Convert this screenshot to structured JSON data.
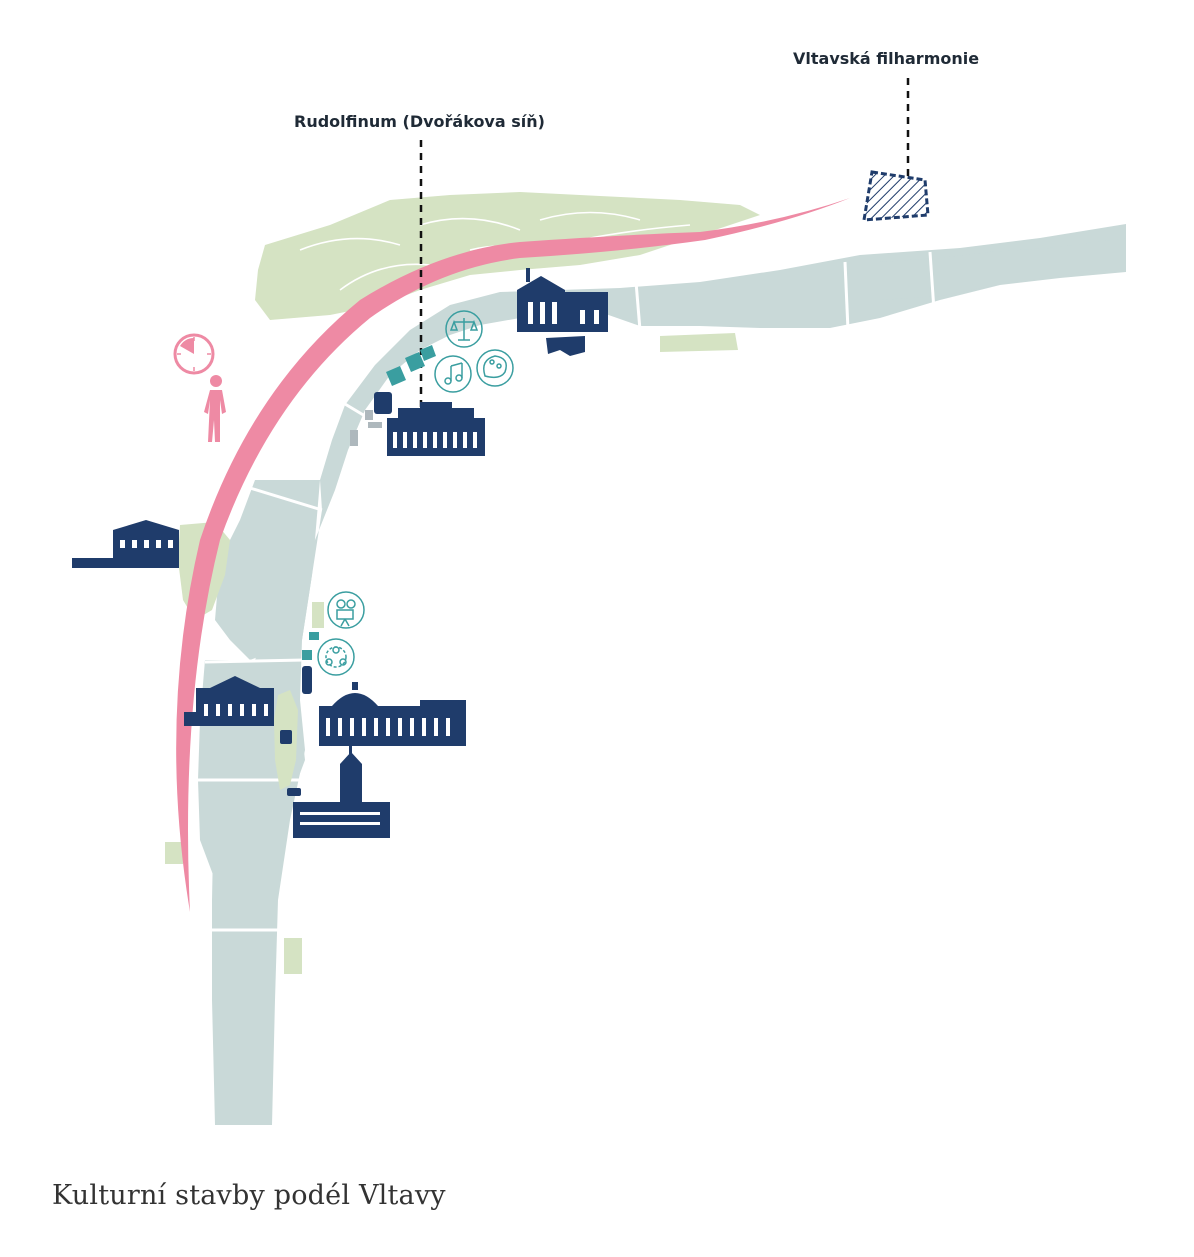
{
  "labels": {
    "filharmonie": "Vltavská filharmonie",
    "rudolfinum": "Rudolfinum (Dvořákova síň)"
  },
  "caption": "Kulturní stavby podél Vltavy",
  "colors": {
    "river": "#c9d9d8",
    "park": "#d5e3c3",
    "route": "#ee8aa4",
    "buildings": "#1f3c6b",
    "teal": "#3a9ea0",
    "label_text": "#1f2a36",
    "caption_text": "#333333"
  },
  "icons": {
    "clock": "clock-icon",
    "person": "walking-person-icon",
    "justice": "scales-icon",
    "music": "music-note-icon",
    "art": "paint-palette-icon",
    "film": "film-camera-icon",
    "community": "people-circle-icon"
  }
}
